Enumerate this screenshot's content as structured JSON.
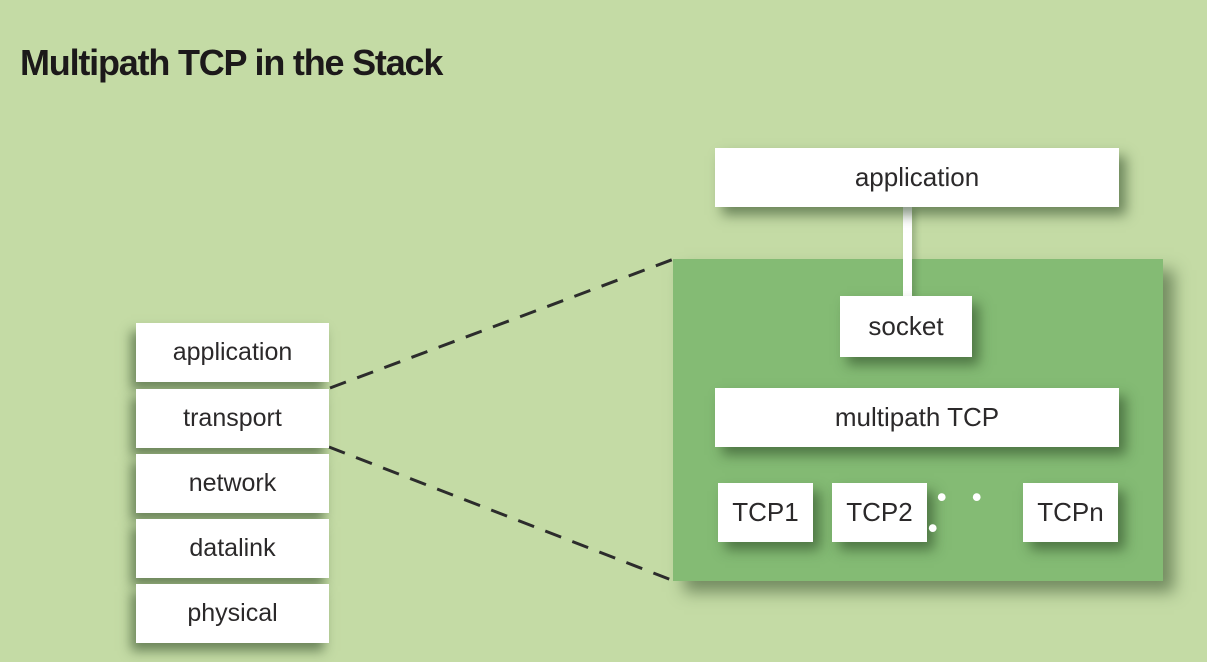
{
  "title": "Multipath TCP in the Stack",
  "colors": {
    "background": "#c4dba5",
    "panel_green": "#84bb74",
    "box_white": "#ffffff",
    "label_text": "#2b292a",
    "title_text": "#1c191a",
    "callout_line": "#2c2c2c",
    "connector_white": "#ffffff",
    "ellipsis_dots": "#ffffff"
  },
  "left_stack": {
    "items": [
      {
        "label": "application"
      },
      {
        "label": "transport"
      },
      {
        "label": "network"
      },
      {
        "label": "datalink"
      },
      {
        "label": "physical"
      }
    ]
  },
  "detail": {
    "application_label": "application",
    "socket_label": "socket",
    "multipath_label": "multipath TCP",
    "tcp_boxes": [
      {
        "label": "TCP1"
      },
      {
        "label": "TCP2"
      },
      {
        "label": "TCPn"
      }
    ],
    "ellipsis": "• • •"
  }
}
